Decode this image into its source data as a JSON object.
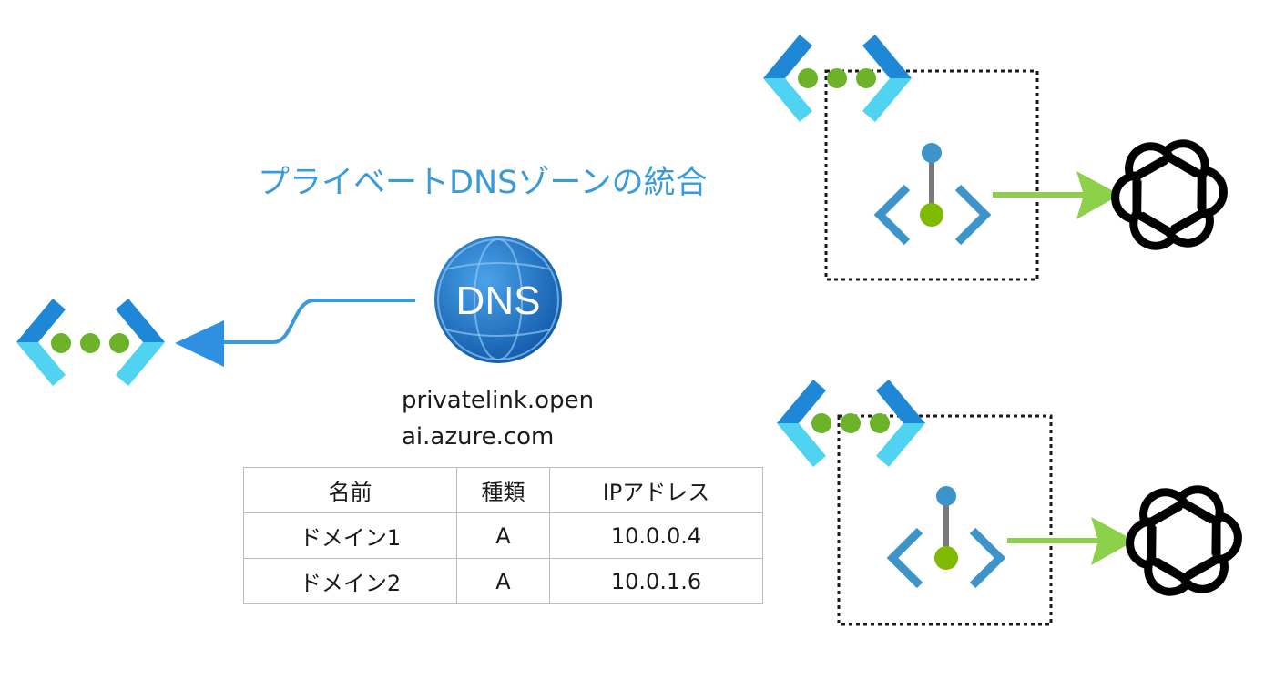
{
  "diagram": {
    "title": "プライベートDNSゾーンの統合",
    "dns_icon_label": "DNS",
    "zone_name_lines": [
      "privatelink.open",
      "ai.azure.com"
    ],
    "records_table": {
      "headers": [
        "名前",
        "種類",
        "IPアドレス"
      ],
      "rows": [
        [
          "ドメイン1",
          "A",
          "10.0.0.4"
        ],
        [
          "ドメイン2",
          "A",
          "10.0.1.6"
        ]
      ]
    }
  },
  "colors": {
    "title": "#3b9ad9",
    "bracket_dark": "#1e88d6",
    "bracket_light": "#4fd3f0",
    "dots": "#6cb32a",
    "arrow_blue": "#3b9ad9",
    "arrow_green": "#8dd14a",
    "endpoint_bracket": "#3d94c9",
    "endpoint_stem": "#7a7a7a",
    "endpoint_top": "#3d94c9",
    "endpoint_dot": "#7fba00",
    "dns_globe": "#1f6fc0"
  },
  "icons": [
    "vnet-icon",
    "dns-zone-icon",
    "private-endpoint-icon",
    "openai-icon"
  ]
}
